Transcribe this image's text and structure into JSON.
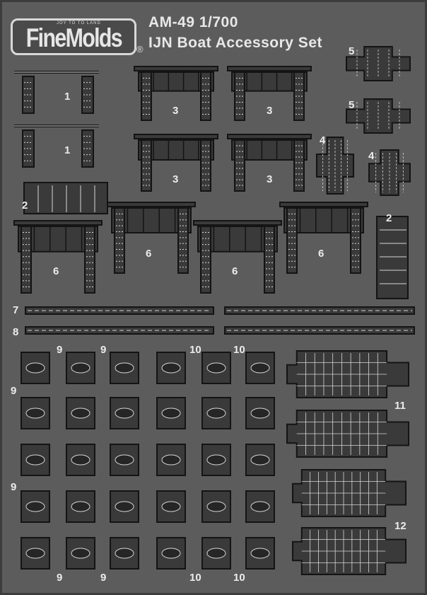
{
  "brand": {
    "tagline": "JOY TO TO LAND",
    "name": "FineMolds",
    "registered": "®"
  },
  "title": {
    "code": "AM-49 1/700",
    "name": "IJN Boat Accessory Set"
  },
  "part_numbers": [
    "1",
    "1",
    "2",
    "2",
    "3",
    "3",
    "3",
    "3",
    "4",
    "4",
    "5",
    "5",
    "6",
    "6",
    "6",
    "6",
    "7",
    "8",
    "9",
    "9",
    "9",
    "9",
    "9",
    "9",
    "10",
    "10",
    "10",
    "10",
    "11",
    "12"
  ],
  "colors": {
    "fret": "#5c5c5c",
    "part_outline": "#141414",
    "part_fill": "#3a3a3a",
    "etch_highlight": "#d6d6d6",
    "label": "#ececec"
  }
}
